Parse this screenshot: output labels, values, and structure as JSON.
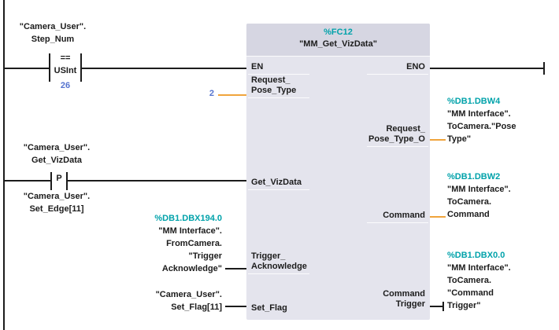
{
  "colors": {
    "teal": "#00a2aa",
    "value_blue": "#5573cf",
    "wire_orange": "#f0a43c",
    "wire_black": "#1c1c1c",
    "block_body": "#e4e4ed",
    "block_header": "#d6d6e2"
  },
  "rung1": {
    "operand": [
      "\"Camera_User\".",
      "Step_Num"
    ],
    "compare_op": "==",
    "compare_type": "USInt",
    "compare_value": "26"
  },
  "rung2": {
    "operand": [
      "\"Camera_User\".",
      "Get_VizData"
    ],
    "contact_type": "P",
    "edge_memory": [
      "\"Camera_User\".",
      "Set_Edge[11]"
    ]
  },
  "fc_block": {
    "address": "%FC12",
    "title": "\"MM_Get_VizData\"",
    "pin_en": "EN",
    "pin_eno": "ENO",
    "pin_request_pose_type": [
      "Request_",
      "Pose_Type"
    ],
    "pin_get_vizdata": "Get_VizData",
    "pin_trigger_acknowledge": [
      "Trigger_",
      "Acknowledge"
    ],
    "pin_set_flag": "Set_Flag",
    "pin_request_pose_type_o": [
      "Request_",
      "Pose_Type_O"
    ],
    "pin_command": "Command",
    "pin_command_trigger": [
      "Command",
      "Trigger"
    ]
  },
  "inputs": {
    "pose_type_value": "2",
    "trigger_acknowledge": [
      "%DB1.DBX194.0",
      "\"MM Interface\".",
      "FromCamera.",
      "\"Trigger",
      "Acknowledge\""
    ],
    "set_flag": [
      "\"Camera_User\".",
      "Set_Flag[11]"
    ]
  },
  "outputs": {
    "pose_type": [
      "%DB1.DBW4",
      "\"MM Interface\".",
      "ToCamera.\"Pose",
      "Type\""
    ],
    "command": [
      "%DB1.DBW2",
      "\"MM Interface\".",
      "ToCamera.",
      "Command"
    ],
    "command_trigger": [
      "%DB1.DBX0.0",
      "\"MM Interface\".",
      "ToCamera.",
      "\"Command",
      "Trigger\""
    ]
  }
}
